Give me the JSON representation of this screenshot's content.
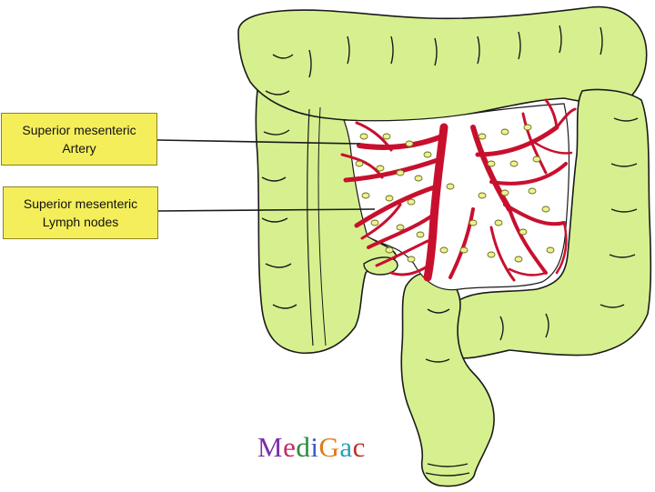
{
  "labels": {
    "artery": {
      "line1": "Superior mesenteric",
      "line2": "Artery"
    },
    "lymph_nodes": {
      "line1": "Superior mesenteric",
      "line2": "Lymph nodes"
    }
  },
  "brand": {
    "letters": [
      "M",
      "e",
      "d",
      "i",
      "G",
      "a",
      "c"
    ],
    "colors": [
      "#7a2fa8",
      "#c62a6a",
      "#2a8a3a",
      "#3a5bc8",
      "#e07a1a",
      "#2aa0b8",
      "#c0302a"
    ]
  },
  "colors": {
    "colon": "#d7f08f",
    "colon_outline": "#1a1a1a",
    "artery": "#c8102e",
    "lymph_node": "#ecf28e",
    "label_bg": "#f4ee5a"
  }
}
